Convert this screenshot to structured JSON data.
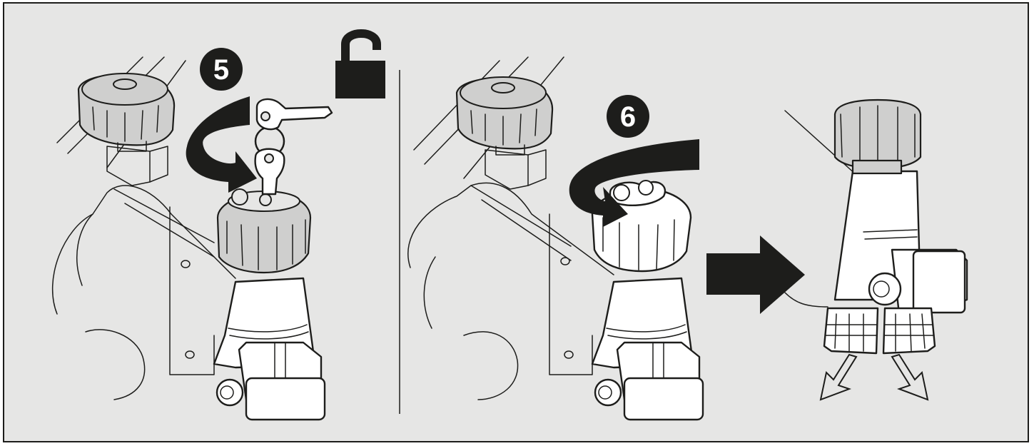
{
  "panels": [
    {
      "id": "left",
      "step": "5",
      "action": "rotate-key"
    },
    {
      "id": "right",
      "step": "6",
      "action": "rotate-cap"
    }
  ],
  "icons": {
    "unlock": "open-padlock-icon",
    "arrow": "right-arrow-icon"
  },
  "colors": {
    "background": "#e6e6e5",
    "ink": "#1d1d1b",
    "cap": "#cfcfce",
    "highlight": "#ffffff"
  }
}
